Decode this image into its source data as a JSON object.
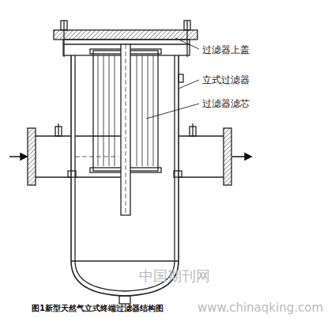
{
  "diagram": {
    "caption": "图1新型天然气立式终端过滤器结构图",
    "labels": [
      "过滤器上盖",
      "立式过滤器",
      "过滤器滤芯",
      "中国期刊网",
      "www.chinaqking.com"
    ]
  }
}
